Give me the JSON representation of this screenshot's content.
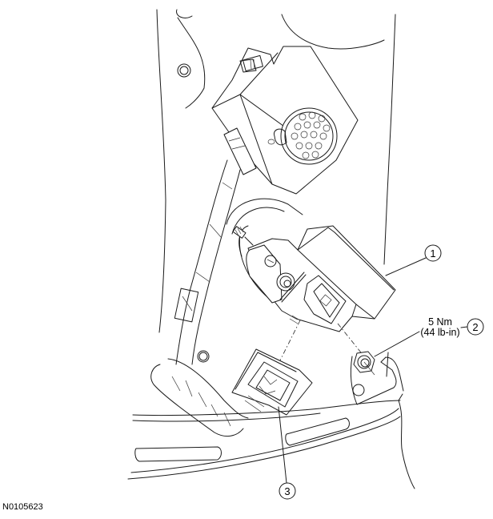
{
  "figure": {
    "id": "N0105623",
    "style": "line drawing, black on white",
    "description": "Module mounting on pillar with wiring harness connector and retaining nut"
  },
  "callouts": [
    {
      "number": "1",
      "target": "module"
    },
    {
      "number": "2",
      "target": "nut",
      "spec_line1": "5 Nm",
      "spec_line2": "(44 lb-in)"
    },
    {
      "number": "3",
      "target": "electrical-connector"
    }
  ],
  "colors": {
    "line": "#1a1a1a",
    "background": "#ffffff"
  }
}
